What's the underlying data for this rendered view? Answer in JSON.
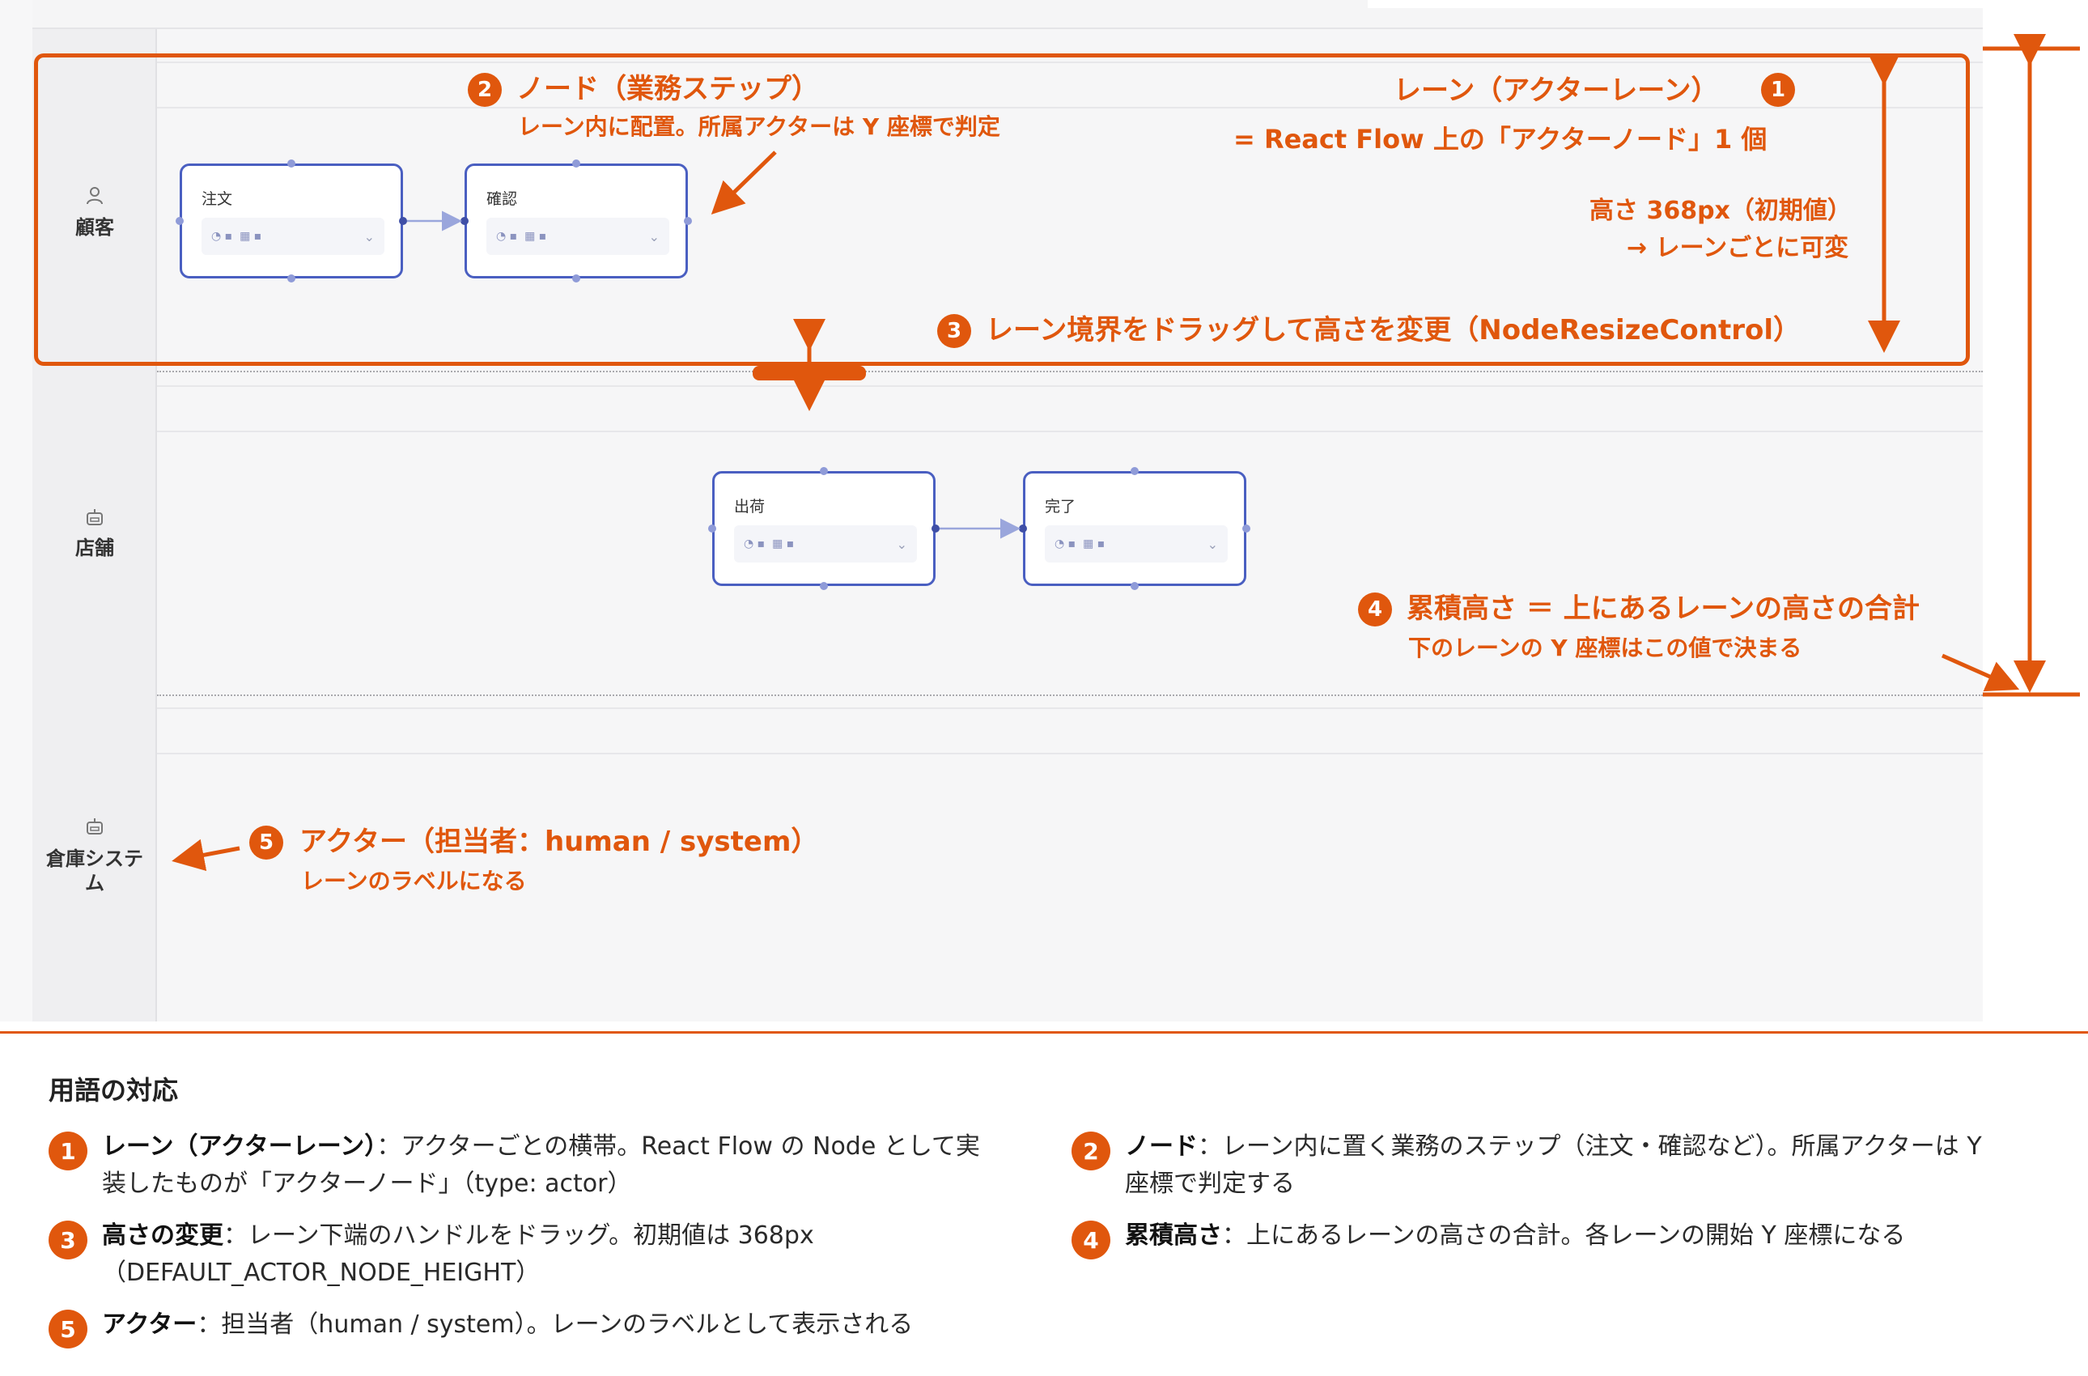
{
  "lanes": [
    {
      "label": "顧客",
      "icon": "person-icon"
    },
    {
      "label": "店舗",
      "icon": "robot-icon"
    },
    {
      "label": "倉庫システム",
      "icon": "robot-icon"
    }
  ],
  "nodes": [
    {
      "title": "注文"
    },
    {
      "title": "確認"
    },
    {
      "title": "出荷"
    },
    {
      "title": "完了"
    }
  ],
  "field_icons": [
    "clock-icon",
    "calendar-icon",
    "chevron-down-icon"
  ],
  "annotations": {
    "lane": {
      "badge": "1",
      "title": "レーン（アクターレーン）",
      "sub": "= React Flow 上の「アクターノード」1 個",
      "height_line1": "高さ 368px（初期値）",
      "height_line2": "→ レーンごとに可変"
    },
    "node": {
      "badge": "2",
      "title": "ノード（業務ステップ）",
      "sub": "レーン内に配置。所属アクターは Y 座標で判定"
    },
    "resize": {
      "badge": "3",
      "title": "レーン境界をドラッグして高さを変更（NodeResizeControl）"
    },
    "cumulative": {
      "badge": "4",
      "title": "累積高さ ＝ 上にあるレーンの高さの合計",
      "sub": "下のレーンの Y 座標はこの値で決まる"
    },
    "actor": {
      "badge": "5",
      "title": "アクター（担当者：human / system）",
      "sub": "レーンのラベルになる"
    }
  },
  "legend": {
    "title": "用語の対応",
    "items": [
      {
        "badge": "1",
        "term": "レーン（アクターレーン）",
        "desc_line1": "：アクターごとの横帯。React Flow の Node として実",
        "desc_line2": "装したものが「アクターノード」（type: actor）"
      },
      {
        "badge": "2",
        "term": "ノード",
        "desc_line1": "：レーン内に置く業務のステップ（注文・確認など）。所属アクターは Y",
        "desc_line2": "座標で判定する"
      },
      {
        "badge": "3",
        "term": "高さの変更",
        "desc_line1": "：レーン下端のハンドルをドラッグ。初期値は 368px",
        "desc_line2": "（DEFAULT_ACTOR_NODE_HEIGHT）"
      },
      {
        "badge": "4",
        "term": "累積高さ",
        "desc_line1": "：上にあるレーンの高さの合計。各レーンの開始 Y 座標になる",
        "desc_line2": ""
      },
      {
        "badge": "5",
        "term": "アクター",
        "desc_line1": "：担当者（human / system）。レーンのラベルとして表示される",
        "desc_line2": ""
      }
    ]
  },
  "colors": {
    "accent": "#e0570d",
    "node_border": "#4a5fc1",
    "canvas": "#f6f6f7"
  }
}
